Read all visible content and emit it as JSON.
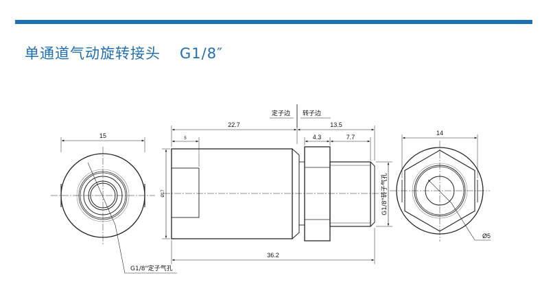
{
  "title": {
    "name": "单通道气动旋转接头",
    "spec": "G1/8″"
  },
  "labels": {
    "stator_side": "定子边",
    "rotor_side": "转子边",
    "stator_port": "G1/8\"定子气孔",
    "rotor_port": "G1/8\"转子气孔"
  },
  "dimensions": {
    "left_view_width": "15",
    "body_length": "22.7",
    "rotor_length": "13.5",
    "thread_depth": "5",
    "hex_width": "4.3",
    "thread_length": "7.7",
    "body_diameter": "Ø17",
    "total_length": "36.2",
    "right_view_width": "14",
    "bore_diameter": "Ø5"
  },
  "colors": {
    "accent": "#1f6fb4",
    "line": "#222222"
  }
}
